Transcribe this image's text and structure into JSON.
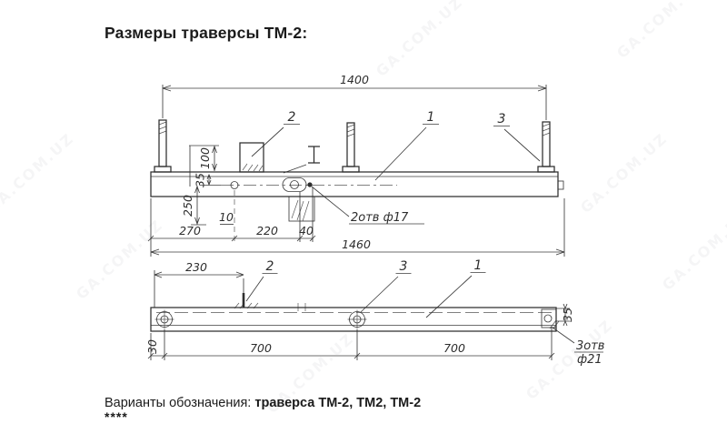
{
  "page": {
    "title": "Размеры траверсы ТМ-2:"
  },
  "caption": {
    "prefix": "Варианты обозначения: ",
    "designations": "траверса ТМ-2, ТМ2, ТМ-2"
  },
  "footer": {
    "asterisks": "****"
  },
  "watermark": {
    "text": "GA.COM.UZ"
  },
  "colors": {
    "ink": "#2e2e2e",
    "text": "#1b1b1b",
    "paper": "#ffffff"
  },
  "drawing": {
    "top": {
      "dim_overall": "1400",
      "dim_total": "1460",
      "dim_270": "270",
      "dim_220": "220",
      "dim_40": "40",
      "dim_100": "100",
      "dim_35": "35",
      "dim_250": "250",
      "dim_10": "10",
      "holes_note": "2отв ф17",
      "part1": "1",
      "part2": "2",
      "part3": "3"
    },
    "bottom": {
      "dim_230": "230",
      "dim_700a": "700",
      "dim_700b": "700",
      "dim_30": "30",
      "dim_35": "35",
      "holes_note_line1": "3отв",
      "holes_note_line2": "ф21",
      "part1": "1",
      "part2": "2",
      "part3": "3"
    }
  }
}
